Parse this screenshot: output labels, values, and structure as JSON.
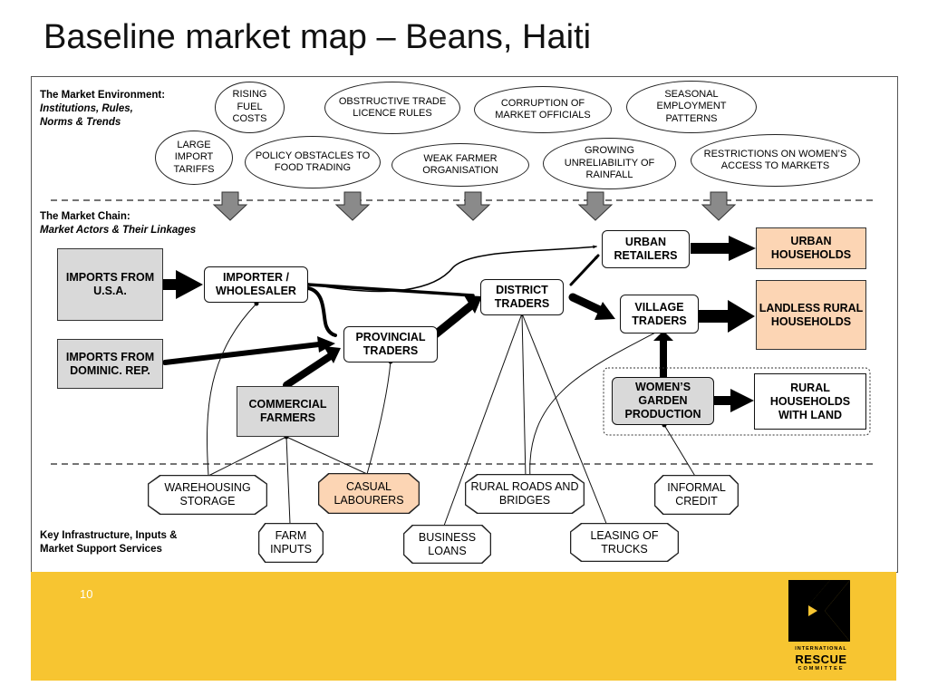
{
  "title": "Baseline market map – Beans, Haiti",
  "page_number": "10",
  "sections": {
    "environment": {
      "heading": "The Market Environment:",
      "subheading": "Institutions, Rules, Norms & Trends"
    },
    "chain": {
      "heading": "The Market Chain:",
      "subheading": "Market Actors & Their Linkages"
    },
    "infrastructure": {
      "heading": "Key Infrastructure, Inputs & Market Support Services"
    }
  },
  "environment_factors": {
    "rising_fuel_costs": "RISING FUEL COSTS",
    "obstructive_rules": "OBSTRUCTIVE TRADE  LICENCE RULES",
    "corruption": "CORRUPTION OF MARKET OFFICIALS",
    "seasonal": "SEASONAL EMPLOYMENT PATTERNS",
    "large_tariffs": "LARGE IMPORT TARIFFS",
    "policy_obstacles": "POLICY OBSTACLES TO FOOD TRADING",
    "weak_farmer": "WEAK FARMER ORGANISATION",
    "rainfall": "GROWING UNRELIABILITY OF RAINFALL",
    "women_access": "RESTRICTIONS ON WOMEN’S ACCESS TO MARKETS"
  },
  "actors": {
    "imports_usa": "IMPORTS FROM U.S.A.",
    "imports_dr": "IMPORTS FROM Dominic. REP.",
    "importer": "IMPORTER / WHOLESALER",
    "commercial_farmers": "COMMERCIAL FARMERS",
    "provincial_traders": "PROVINCIAL TRADERS",
    "district_traders": "DISTRICT TRADERS",
    "urban_retailers": "URBAN RETAILERS",
    "village_traders": "VILLAGE TRADERS",
    "womens_garden": "WOMEN’S GARDEN PRODUCTION",
    "urban_households": "URBAN HOUSEHOLDS",
    "landless_households": "LANDLESS RURAL HOUSEHOLDS",
    "rural_households_land": "RURAL HOUSEHOLDS WITH LAND"
  },
  "services": {
    "warehousing": "WAREHOUSING STORAGE",
    "casual_labourers": "CASUAL LABOURERS",
    "rural_roads": "RURAL ROADS AND BRIDGES",
    "informal_credit": "INFORMAL CREDIT",
    "farm_inputs": "FARM INPUTS",
    "business_loans": "BUSINESS LOANS",
    "leasing_trucks": "LEASING OF TRUCKS"
  },
  "logo": {
    "line1": "INTERNATIONAL",
    "line2": "RESCUE",
    "line3": "COMMITTEE"
  },
  "colors": {
    "footer": "#f7c531",
    "peach": "#fcd5b4",
    "grey": "#d9d9d9"
  }
}
